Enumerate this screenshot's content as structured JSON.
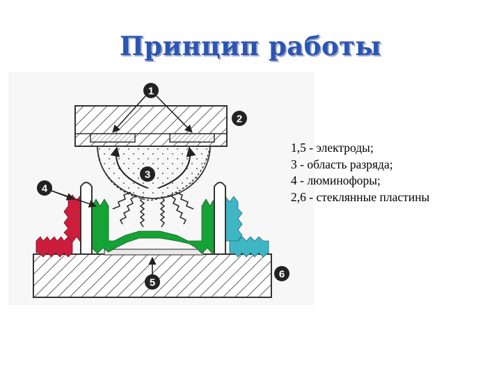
{
  "title": "Принцип работы",
  "legend": [
    "1,5 - электроды;",
    "3 - область разряда;",
    "4 - люминофоры;",
    "2,6 - стеклянные пластины"
  ],
  "callouts": [
    "1",
    "2",
    "3",
    "4",
    "5",
    "6"
  ],
  "colors": {
    "title": "#2a55b5",
    "phosphor_red": "#cc1e3c",
    "phosphor_green": "#16a336",
    "phosphor_blue": "#3fb6c6",
    "callout": "#222222"
  }
}
